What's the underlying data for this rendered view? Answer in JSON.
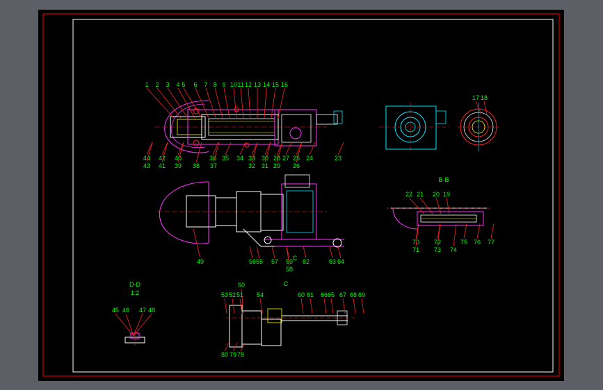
{
  "sheet": {
    "border_color": "#ff0000",
    "inner_border_color": "#ffffff",
    "background": "#000000"
  },
  "colors": {
    "label": "#00ff00",
    "leader": "#ff2020",
    "magenta": "#ff33ff",
    "white": "#ffffff",
    "cyan": "#00e5ff",
    "yellow": "#ffff00",
    "red": "#ff2020",
    "green": "#00ff00"
  },
  "views": {
    "main_section": {
      "labels_top": [
        "1",
        "2",
        "3",
        "4",
        "5",
        "6",
        "7",
        "8",
        "9",
        "10",
        "11",
        "12",
        "13",
        "14",
        "15",
        "16"
      ],
      "labels_bottom": [
        "44",
        "43",
        "42",
        "41",
        "40",
        "39",
        "38",
        "37",
        "36",
        "35",
        "34",
        "33",
        "32",
        "31",
        "30",
        "29",
        "28",
        "27",
        "26",
        "25",
        "24",
        "23"
      ]
    },
    "end_view": {
      "labels": [
        "17",
        "18"
      ]
    },
    "bb_view": {
      "title": "B-B",
      "labels_top": [
        "22",
        "21",
        "20",
        "19"
      ],
      "labels_bottom": [
        "70",
        "71",
        "72",
        "73",
        "74",
        "75",
        "76",
        "77"
      ]
    },
    "plan_view": {
      "label_49": "49",
      "labels_bottom": [
        "56",
        "55",
        "57",
        "59",
        "58",
        "C",
        "62",
        "63",
        "64"
      ]
    },
    "dd_view": {
      "title": "D-D",
      "scale": "1:2",
      "labels": [
        "45",
        "46",
        "47",
        "48"
      ]
    },
    "c_view": {
      "title": "C",
      "labels_top": [
        "50",
        "53",
        "52",
        "51",
        "54",
        "60",
        "61",
        "66",
        "65",
        "67",
        "68",
        "69"
      ],
      "labels_bottom": [
        "80",
        "79",
        "78"
      ]
    }
  }
}
